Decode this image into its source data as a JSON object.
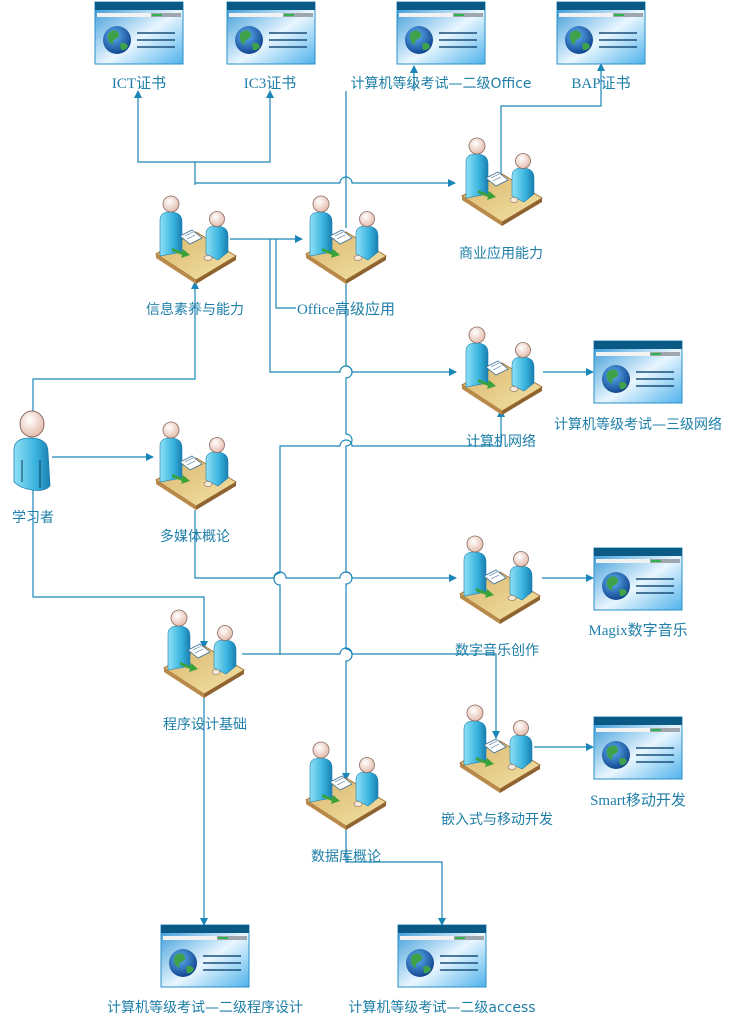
{
  "diagram": {
    "title": "",
    "colors": {
      "connector": "#1a86b8",
      "label": "#1f7fa8",
      "cert_header": "#0b5a86",
      "cert_body": "#3aa6e0",
      "table_top": "#e9c987",
      "person": "#4fc3e6",
      "arrow_green": "#3aa23a"
    },
    "learner": {
      "id": "learner",
      "label": "学习者",
      "icon": "person-icon"
    },
    "courses": [
      {
        "id": "info",
        "label": "信息素养与能力",
        "icon": "meeting-icon"
      },
      {
        "id": "office",
        "label": "Office高级应用",
        "icon": "meeting-icon"
      },
      {
        "id": "business",
        "label": "商业应用能力",
        "icon": "meeting-icon"
      },
      {
        "id": "network",
        "label": "计算机网络",
        "icon": "meeting-icon"
      },
      {
        "id": "multimedia",
        "label": "多媒体概论",
        "icon": "meeting-icon"
      },
      {
        "id": "music",
        "label": "数字音乐创作",
        "icon": "meeting-icon"
      },
      {
        "id": "programming",
        "label": "程序设计基础",
        "icon": "meeting-icon"
      },
      {
        "id": "embedded",
        "label": "嵌入式与移动开发",
        "icon": "meeting-icon"
      },
      {
        "id": "database",
        "label": "数据库概论",
        "icon": "meeting-icon"
      }
    ],
    "certificates": [
      {
        "id": "ict",
        "label": "ICT证书",
        "icon": "certificate-icon"
      },
      {
        "id": "ic3",
        "label": "IC3证书",
        "icon": "certificate-icon"
      },
      {
        "id": "ncre2office",
        "label": "计算机等级考试—二级Office",
        "icon": "certificate-icon"
      },
      {
        "id": "bap",
        "label": "BAP证书",
        "icon": "certificate-icon"
      },
      {
        "id": "ncre3net",
        "label": "计算机等级考试—三级网络",
        "icon": "certificate-icon"
      },
      {
        "id": "magix",
        "label": "Magix数字音乐",
        "icon": "certificate-icon"
      },
      {
        "id": "smart",
        "label": "Smart移动开发",
        "icon": "certificate-icon"
      },
      {
        "id": "ncre2prog",
        "label": "计算机等级考试—二级程序设计",
        "icon": "certificate-icon"
      },
      {
        "id": "ncre2access",
        "label": "计算机等级考试—二级access",
        "icon": "certificate-icon"
      }
    ],
    "edges": [
      {
        "from": "learner",
        "to": "info"
      },
      {
        "from": "learner",
        "to": "multimedia"
      },
      {
        "from": "learner",
        "to": "programming"
      },
      {
        "from": "info",
        "to": "ict"
      },
      {
        "from": "info",
        "to": "ic3"
      },
      {
        "from": "info",
        "to": "business"
      },
      {
        "from": "info",
        "to": "office"
      },
      {
        "from": "info",
        "to": "network"
      },
      {
        "from": "office",
        "to": "ncre2office"
      },
      {
        "from": "office",
        "to": "database"
      },
      {
        "from": "business",
        "to": "bap"
      },
      {
        "from": "network",
        "to": "ncre3net"
      },
      {
        "from": "multimedia",
        "to": "music"
      },
      {
        "from": "music",
        "to": "magix"
      },
      {
        "from": "programming",
        "to": "network"
      },
      {
        "from": "programming",
        "to": "embedded"
      },
      {
        "from": "programming",
        "to": "ncre2prog"
      },
      {
        "from": "embedded",
        "to": "smart"
      },
      {
        "from": "database",
        "to": "ncre2access"
      }
    ]
  }
}
